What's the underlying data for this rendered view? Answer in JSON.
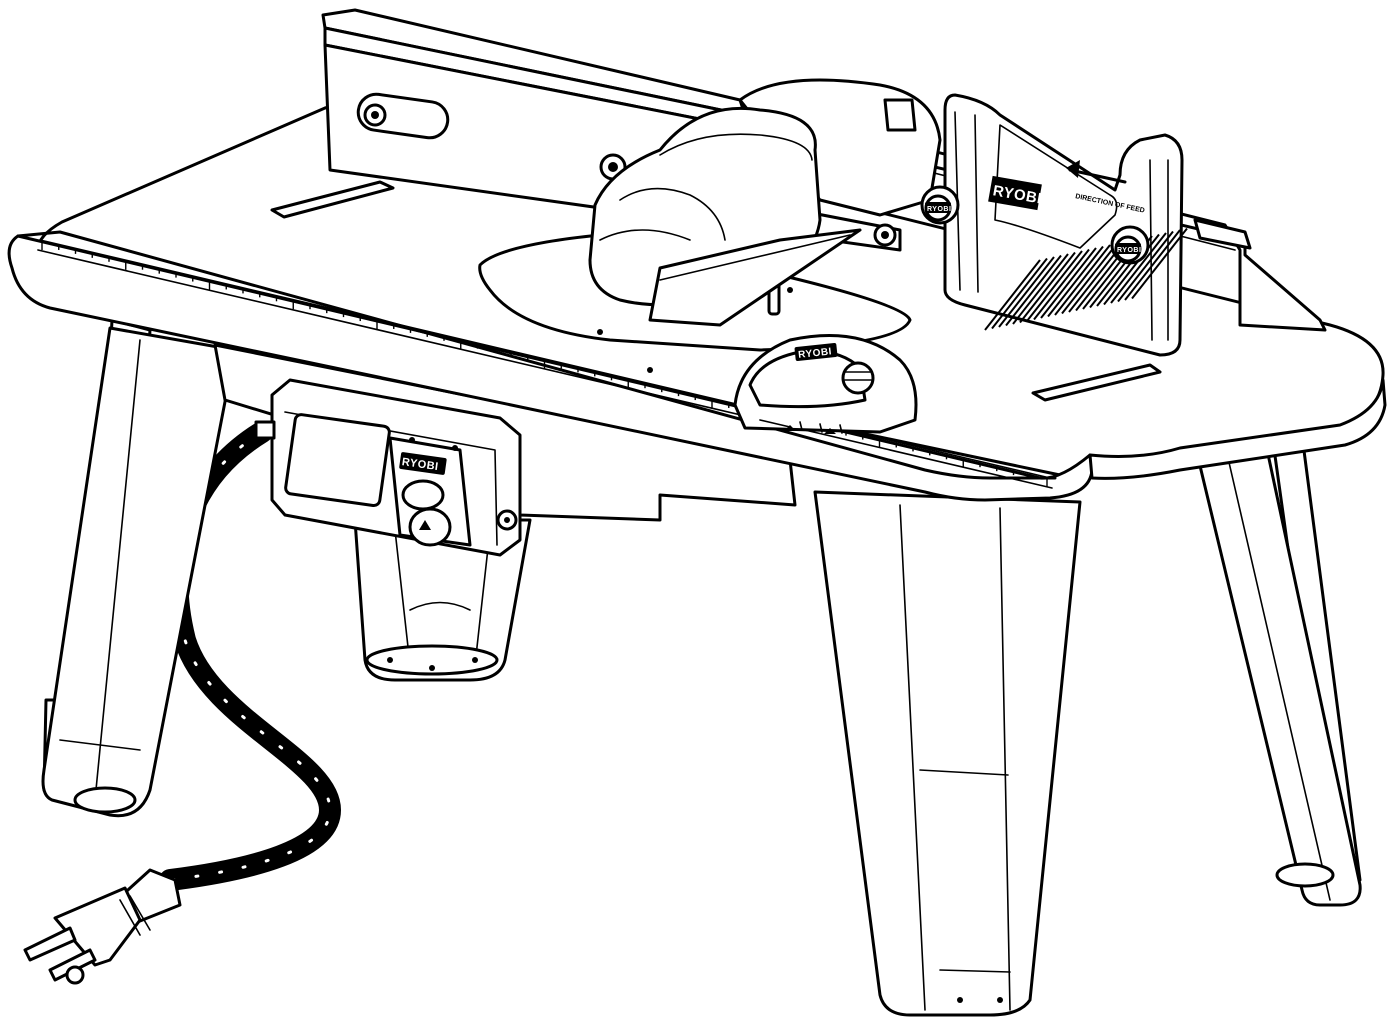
{
  "brand": {
    "fence_logo": "RYOBI",
    "switch_logo": "RYOBI",
    "miter_logo": "RYOBI",
    "knob_logo": "RYOBI"
  },
  "featherboard": {
    "feed_label": "DIRECTION OF FEED"
  },
  "colors": {
    "line": "#000000",
    "background": "#ffffff"
  }
}
